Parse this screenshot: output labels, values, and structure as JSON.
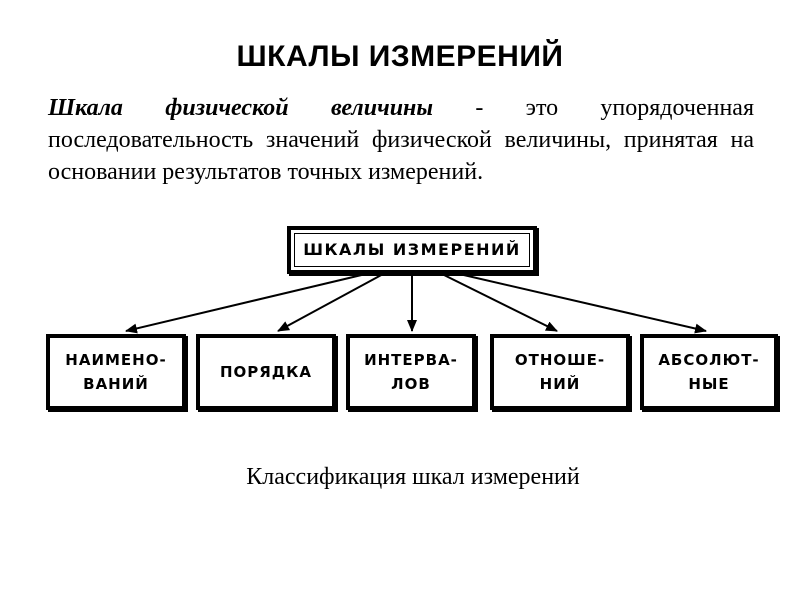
{
  "slide": {
    "title": "ШКАЛЫ ИЗМЕРЕНИЙ",
    "definition": {
      "term": "Шкала физической величины",
      "text": " - это упорядоченная последовательность значений физической величины, принятая на основании результатов точных измерений."
    },
    "diagram": {
      "root": "ШКАЛЫ ИЗМЕРЕНИЙ",
      "children": [
        "НАИМЕНО-\nВАНИЙ",
        "ПОРЯДКА",
        "ИНТЕРВА-\nЛОВ",
        "ОТНОШЕ-\nНИЙ",
        "АБСОЛЮТ-\nНЫЕ"
      ]
    },
    "caption": "Классификация шкал измерений"
  }
}
